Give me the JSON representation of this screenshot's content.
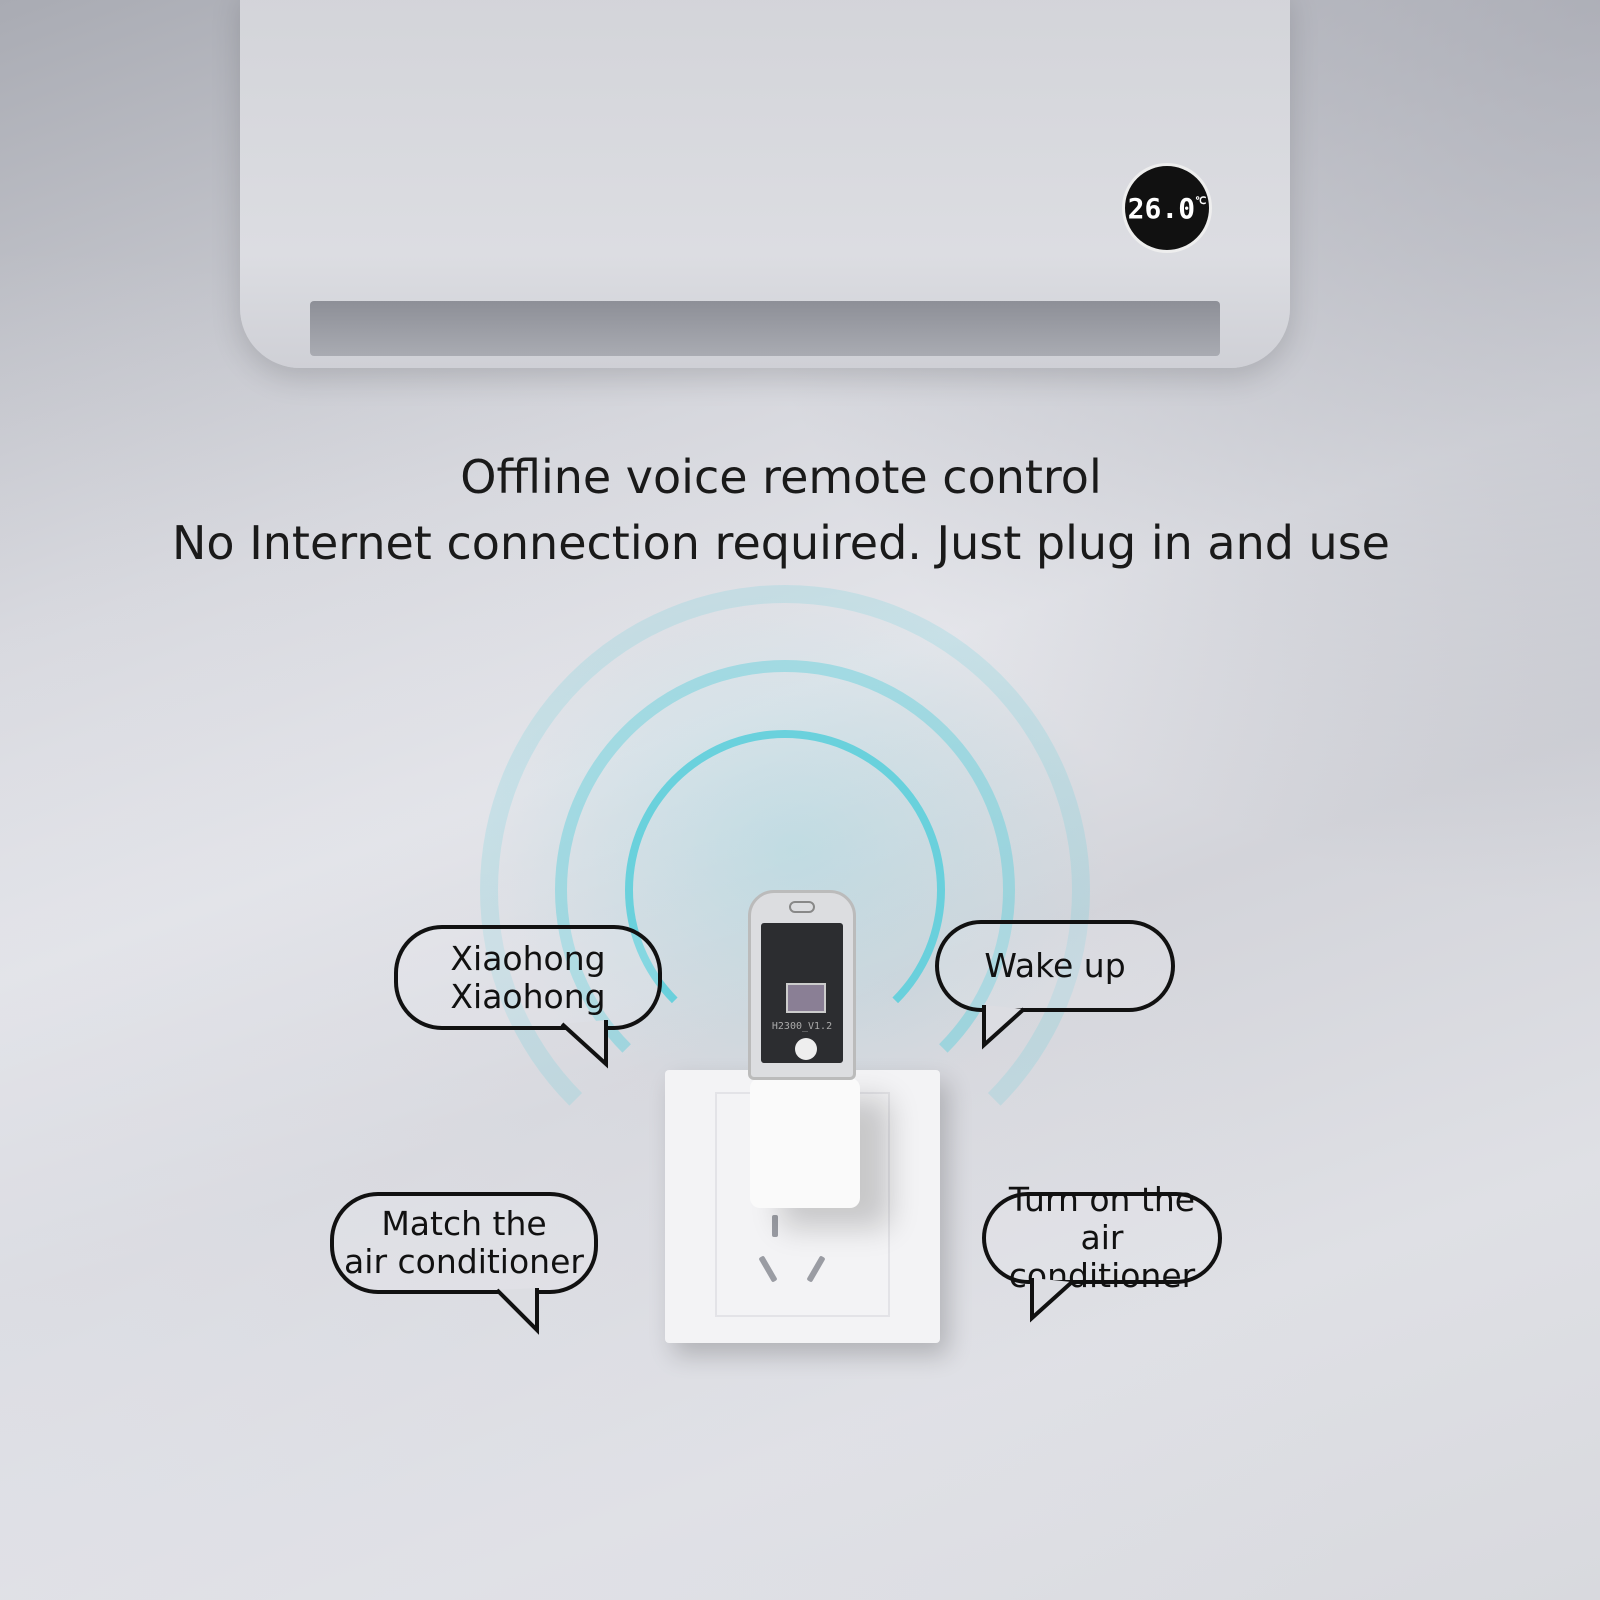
{
  "ac_display": {
    "temperature": "26.0",
    "unit": "℃"
  },
  "headline": {
    "line1": "Offline voice remote control",
    "line2": "No Internet connection required. Just plug in and use"
  },
  "device": {
    "board_label": "H2300_V1.2"
  },
  "bubbles": [
    {
      "lines": [
        "Xiaohong",
        "Xiaohong"
      ]
    },
    {
      "lines": [
        "Wake up"
      ]
    },
    {
      "lines": [
        "Match the",
        "air conditioner"
      ]
    },
    {
      "lines": [
        "Turn on the",
        "air conditioner"
      ]
    }
  ],
  "colors": {
    "signal": "#5fd0dc",
    "text": "#1a1a1a"
  }
}
